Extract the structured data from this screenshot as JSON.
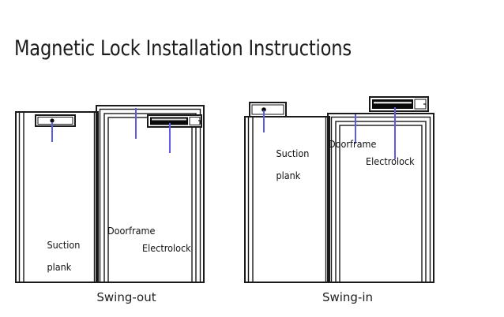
{
  "page": {
    "title": "Magnetic Lock Installation Instructions",
    "background_color": "#ffffff",
    "line_color": "#1a1a1a",
    "leader_color": "#5b5be8",
    "lock_fill": "#0a0a0a",
    "text_color": "#111111"
  },
  "diagrams": [
    {
      "id": "swing-out",
      "caption": "Swing-out",
      "labels": {
        "suction_plank": "Suction\nplank",
        "suction_plank_line1": "Suction",
        "suction_plank_line2": "plank",
        "doorframe": "Doorframe",
        "electrolock": "Electrolock"
      },
      "parts": [
        {
          "name": "door-panel",
          "label": ""
        },
        {
          "name": "doorframe",
          "label": "Doorframe"
        },
        {
          "name": "suction-plank",
          "label": "Suction plank"
        },
        {
          "name": "electrolock",
          "label": "Electrolock"
        }
      ]
    },
    {
      "id": "swing-in",
      "caption": "Swing-in",
      "labels": {
        "suction_plank": "Suction\nplank",
        "suction_plank_line1": "Suction",
        "suction_plank_line2": "plank",
        "doorframe": "Doorframe",
        "electrolock": "Electrolock"
      },
      "parts": [
        {
          "name": "door-panel",
          "label": ""
        },
        {
          "name": "doorframe",
          "label": "Doorframe"
        },
        {
          "name": "suction-plank",
          "label": "Suction plank"
        },
        {
          "name": "electrolock",
          "label": "Electrolock"
        }
      ]
    }
  ]
}
